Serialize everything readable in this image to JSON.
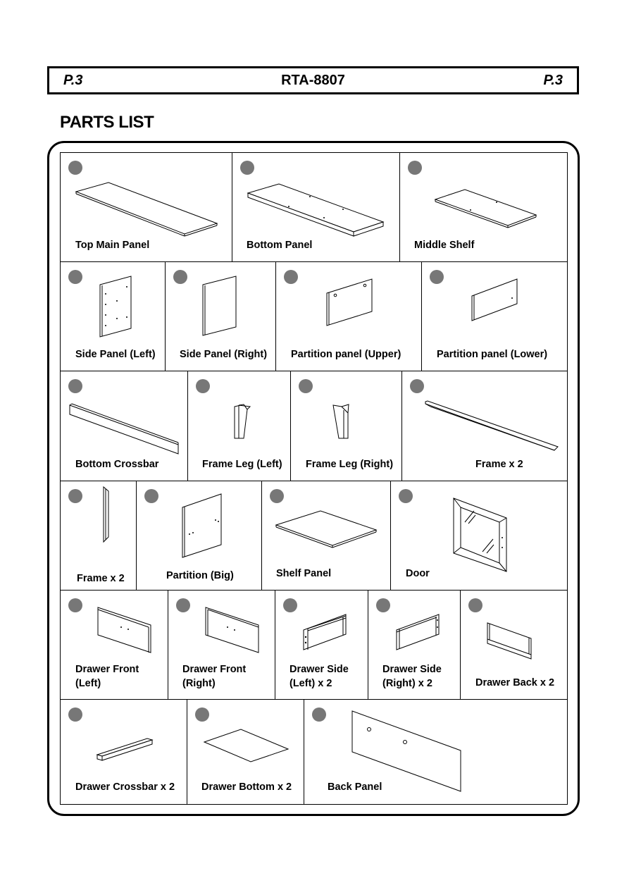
{
  "header": {
    "page_left": "P.3",
    "model": "RTA-8807",
    "page_right": "P.3"
  },
  "title": "PARTS LIST",
  "parts": {
    "top_main_panel": "Top Main Panel",
    "bottom_panel": "Bottom Panel",
    "middle_shelf": "Middle Shelf",
    "side_panel_left": "Side Panel (Left)",
    "side_panel_right": "Side Panel (Right)",
    "partition_upper": "Partition panel (Upper)",
    "partition_lower": "Partition panel (Lower)",
    "bottom_crossbar": "Bottom Crossbar",
    "frame_leg_left": "Frame Leg (Left)",
    "frame_leg_right": "Frame Leg (Right)",
    "frame_x2_a": "Frame x 2",
    "frame_x2_b": "Frame x 2",
    "partition_big": "Partition (Big)",
    "shelf_panel": "Shelf Panel",
    "door": "Door",
    "drawer_front_left_1": "Drawer Front",
    "drawer_front_left_2": "(Left)",
    "drawer_front_right_1": "Drawer Front",
    "drawer_front_right_2": "(Right)",
    "drawer_side_left_1": "Drawer Side",
    "drawer_side_left_2": "(Left) x 2",
    "drawer_side_right_1": "Drawer Side",
    "drawer_side_right_2": "(Right) x 2",
    "drawer_back": "Drawer Back x 2",
    "drawer_crossbar": "Drawer Crossbar x 2",
    "drawer_bottom": "Drawer Bottom x 2",
    "back_panel": "Back Panel"
  }
}
